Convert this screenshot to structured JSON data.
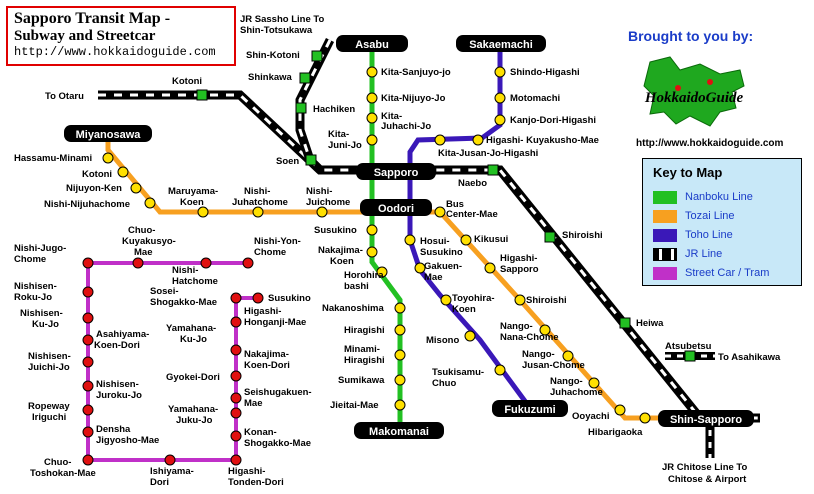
{
  "title": {
    "line1": "Sapporo Transit Map -",
    "line2": "Subway and Streetcar",
    "url": "http://www.hokkaidoguide.com"
  },
  "brought": {
    "text": "Brought to you by:",
    "logo_text": "HokkaidoGuide",
    "url": "http://www.hokkaidoguide.com"
  },
  "key": {
    "title": "Key to Map",
    "items": [
      {
        "label": "Nanboku Line",
        "color": "#22c022",
        "icon": "green-swatch"
      },
      {
        "label": "Tozai Line",
        "color": "#f7a020",
        "icon": "orange-swatch"
      },
      {
        "label": "Toho Line",
        "color": "#3a18b8",
        "icon": "blue-swatch"
      },
      {
        "label": "JR Line",
        "color": "#000000",
        "icon": "jr-swatch"
      },
      {
        "label": "Street Car / Tram",
        "color": "#c030c8",
        "icon": "magenta-swatch"
      }
    ]
  },
  "terminals": {
    "asabu": "Asabu",
    "sakaemachi": "Sakaemachi",
    "miyanosawa": "Miyanosawa",
    "sapporo": "Sapporo",
    "oodori": "Oodori",
    "makomanai": "Makomanai",
    "fukuzumi": "Fukuzumi",
    "shin_sapporo": "Shin-Sapporo"
  },
  "jr_labels": {
    "sassho_1": "JR Sassho Line  To",
    "sassho_2": "Shin-Totsukawa",
    "otaru": "To Otaru",
    "asahikawa": "To Asahikawa",
    "chitose_1": "JR Chitose Line To",
    "chitose_2": "Chitose & Airport"
  },
  "stations": {
    "shin_kotoni": "Shin-Kotoni",
    "shinkawa": "Shinkawa",
    "hachiken": "Hachiken",
    "soen": "Soen",
    "kotoni_jr": "Kotoni",
    "naebo": "Naebo",
    "shiroishi_jr": "Shiroishi",
    "heiwa": "Heiwa",
    "atsubetsu": "Atsubetsu",
    "kita_sanjuyo": "Kita-Sanjuyo-jo",
    "kita_nijuyo": "Kita-Nijuyo-Jo",
    "kita_juhachi_1": "Kita-",
    "kita_juhachi_2": "Juhachi-Jo",
    "kita_juni_1": "Kita-",
    "kita_juni_2": "Juni-Jo",
    "susukino": "Susukino",
    "nakajima_1": "Nakajima-",
    "nakajima_2": "Koen",
    "horohira_1": "Horohira",
    "horohira_2": "bashi",
    "nakanoshima": "Nakanoshima",
    "hiragishi": "Hiragishi",
    "minami_hira_1": "Minami-",
    "minami_hira_2": "Hiragishi",
    "sumikawa": "Sumikawa",
    "jieitai": "Jieitai-Mae",
    "shindo": "Shindo-Higashi",
    "motomachi": "Motomachi",
    "kanjo_dori": "Kanjo-Dori-Higashi",
    "kuyakusho_mae": "Higashi- Kuyakusho-Mae",
    "kita_jusan": "Kita-Jusan-Jo-Higashi",
    "bus_center_1": "Bus",
    "bus_center_2": "Center-Mae",
    "hosui_1": "Hosui-",
    "hosui_2": "Susukino",
    "gakuen_1": "Gakuen-",
    "gakuen_2": "Mae",
    "toyohira_1": "Toyohira-",
    "toyohira_2": "Koen",
    "misono": "Misono",
    "tsukisamu_1": "Tsukisamu-",
    "tsukisamu_2": "Chuo",
    "hassamu": "Hassamu-Minami",
    "kotoni_tozai": "Kotoni",
    "nijuyon": "Nijuyon-Ken",
    "nishi_niju": "Nishi-Nijuhachome",
    "maruyama_1": "Maruyama-",
    "maruyama_2": "Koen",
    "nishi_juhat_1": "Nishi-",
    "nishi_juhat_2": "Juhatchome",
    "nishi_juichi_1": "Nishi-",
    "nishi_juichi_2": "Juichome",
    "kikusui": "Kikusui",
    "higashi_sap_1": "Higashi-",
    "higashi_sap_2": "Sapporo",
    "shiroishi_tozai": "Shiroishi",
    "nango7_1": "Nango-",
    "nango7_2": "Nana-Chome",
    "nango13_1": "Nango-",
    "nango13_2": "Jusan-Chome",
    "nango18_1": "Nango-",
    "nango18_2": "Juhachome",
    "ooyachi": "Ooyachi",
    "hibarigaoka": "Hibarigaoka",
    "nishi_jugo_1": "Nishi-Jugo-",
    "nishi_jugo_2": "Chome",
    "chuo_kuyak_1": "Chuo-",
    "chuo_kuyak_2": "Kuyakusyo-",
    "chuo_kuyak_3": "Mae",
    "nishi_hat_1": "Nishi-",
    "nishi_hat_2": "Hatchome",
    "nishi_yon_1": "Nishi-Yon-",
    "nishi_yon_2": "Chome",
    "susukino_tram": "Susukino",
    "nishisen_roku_1": "Nishisen-",
    "nishisen_roku_2": "Roku-Jo",
    "nishisen_ku_1": "Nishisen-",
    "nishisen_ku_2": "Ku-Jo",
    "asahiyama_1": "Asahiyama-",
    "asahiyama_2": "Koen-Dori",
    "nishisen_juichi_1": "Nishisen-",
    "nishisen_juichi_2": "Juichi-Jo",
    "nishisen_juroku_1": "Nishisen-",
    "nishisen_juroku_2": "Juroku-Jo",
    "ropeway_1": "Ropeway",
    "ropeway_2": "Iriguchi",
    "densha_1": "Densha",
    "densha_2": "Jigyosho-Mae",
    "chuo_tosho_1": "Chuo-",
    "chuo_tosho_2": "Toshokan-Mae",
    "ishiyama_1": "Ishiyama-",
    "ishiyama_2": "Dori",
    "higashi_tonden_1": "Higashi-",
    "higashi_tonden_2": "Tonden-Dori",
    "sosei_1": "Sosei-",
    "sosei_2": "Shogakko-Mae",
    "higashi_hong_1": "Higashi-",
    "higashi_hong_2": "Honganji-Mae",
    "yamahana_ku_1": "Yamahana-",
    "yamahana_ku_2": "Ku-Jo",
    "nakajima_koen_dori_1": "Nakajima-",
    "nakajima_koen_dori_2": "Koen-Dori",
    "gyokei": "Gyokei-Dori",
    "seishugakuen_1": "Seishugakuen-",
    "seishugakuen_2": "Mae",
    "yamahana_juku_1": "Yamahana-",
    "yamahana_juku_2": "Juku-Jo",
    "konan_1": "Konan-",
    "konan_2": "Shogakko-Mae"
  }
}
